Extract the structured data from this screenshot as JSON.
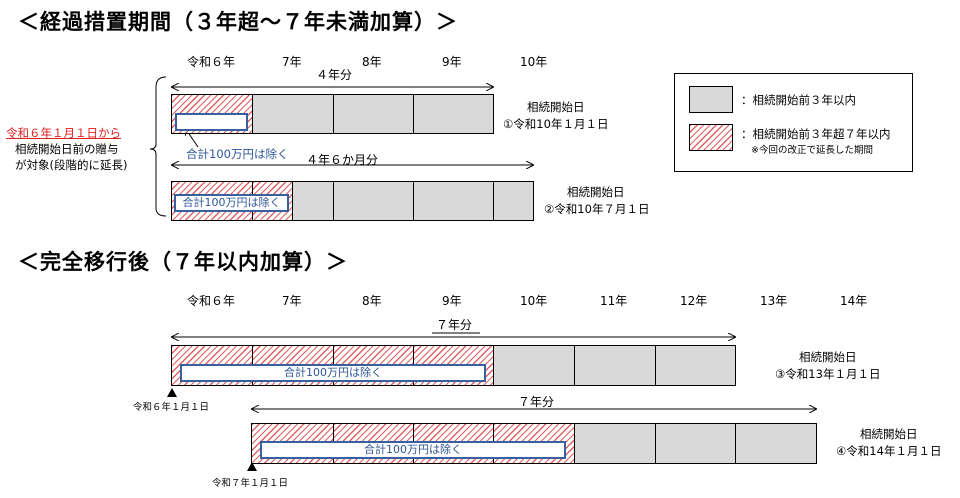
{
  "heading1": "＜経過措置期間（３年超～７年未満加算）＞",
  "heading2": "＜完全移行後（７年以内加算）＞",
  "years": [
    "令和６年",
    "7年",
    "8年",
    "9年",
    "10年",
    "11年",
    "12年",
    "13年",
    "14年"
  ],
  "section1": {
    "span1_label": "４年分",
    "span2_label": "４年６か月分",
    "exclude_label": "合計100万円は除く",
    "row1_desc_line1": "相続開始日",
    "row1_desc_line2": "①令和10年１月１日",
    "row2_desc_line1": "相続開始日",
    "row2_desc_line2": "②令和10年７月１日",
    "side_red": "令和６年１月１日から",
    "side_line2": "相続開始日前の贈与",
    "side_line3": "が対象(段階的に延長)"
  },
  "legend": {
    "gray_label": "：相続開始前３年以内",
    "hatch_label": "：相続開始前３年超７年以内",
    "hatch_note": "※今回の改正で延長した期間"
  },
  "section2": {
    "span1_label": "７年分",
    "span2_label": "７年分",
    "exclude_label": "合計100万円は除く",
    "row3_desc_line1": "相続開始日",
    "row3_desc_line2": "③令和13年１月１日",
    "row4_desc_line1": "相続開始日",
    "row4_desc_line2": "④令和14年１月１日",
    "start3_label": "令和６年１月１日",
    "start4_label": "令和７年１月１日"
  },
  "colors": {
    "hatch": "#e06060",
    "gray": "#d9d9d9",
    "exclude_border": "#3a5f9e",
    "exclude_text": "#2f5597",
    "red_text": "#e02020"
  }
}
